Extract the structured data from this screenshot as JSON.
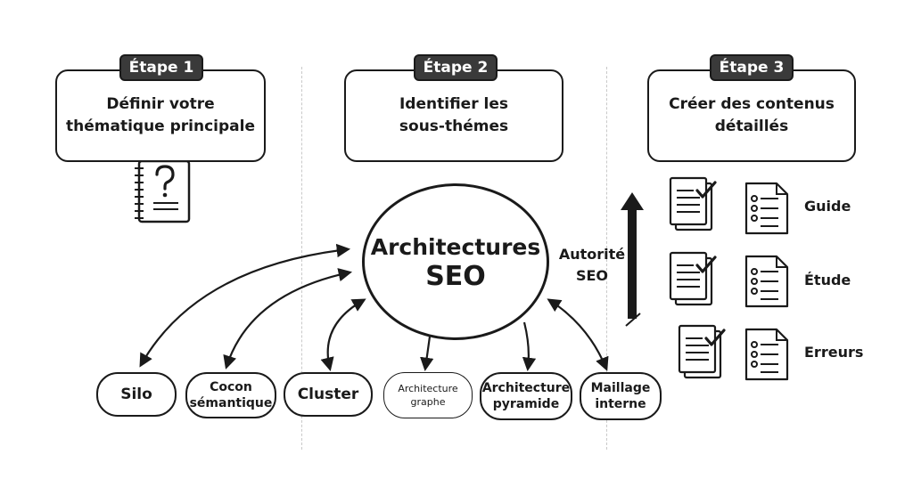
{
  "steps": [
    {
      "tag": "Étape 1",
      "text_line1": "Définir votre",
      "text_line2": "thématique principale"
    },
    {
      "tag": "Étape 2",
      "text_line1": "Identifier les",
      "text_line2": "sous-thémes"
    },
    {
      "tag": "Étape 3",
      "text_line1": "Créer des contenus",
      "text_line2": "détaillés"
    }
  ],
  "center": {
    "line1": "Architectures",
    "line2": "SEO"
  },
  "authority": {
    "line1": "Autorité",
    "line2": "SEO"
  },
  "architectures": [
    {
      "line1": "Silo",
      "line2": ""
    },
    {
      "line1": "Cocon",
      "line2": "sémantique"
    },
    {
      "line1": "Cluster",
      "line2": ""
    },
    {
      "line1": "Architecture",
      "line2": "graphe"
    },
    {
      "line1": "Architecture",
      "line2": "pyramide"
    },
    {
      "line1": "Maillage",
      "line2": "interne"
    }
  ],
  "contents": [
    "Guide",
    "Étude",
    "Erreurs"
  ],
  "icons": {
    "step1": "notebook-question-icon",
    "content_docs": "checked-document-stack-icon",
    "content_list": "checklist-document-icon",
    "authority": "up-arrow-icon"
  }
}
